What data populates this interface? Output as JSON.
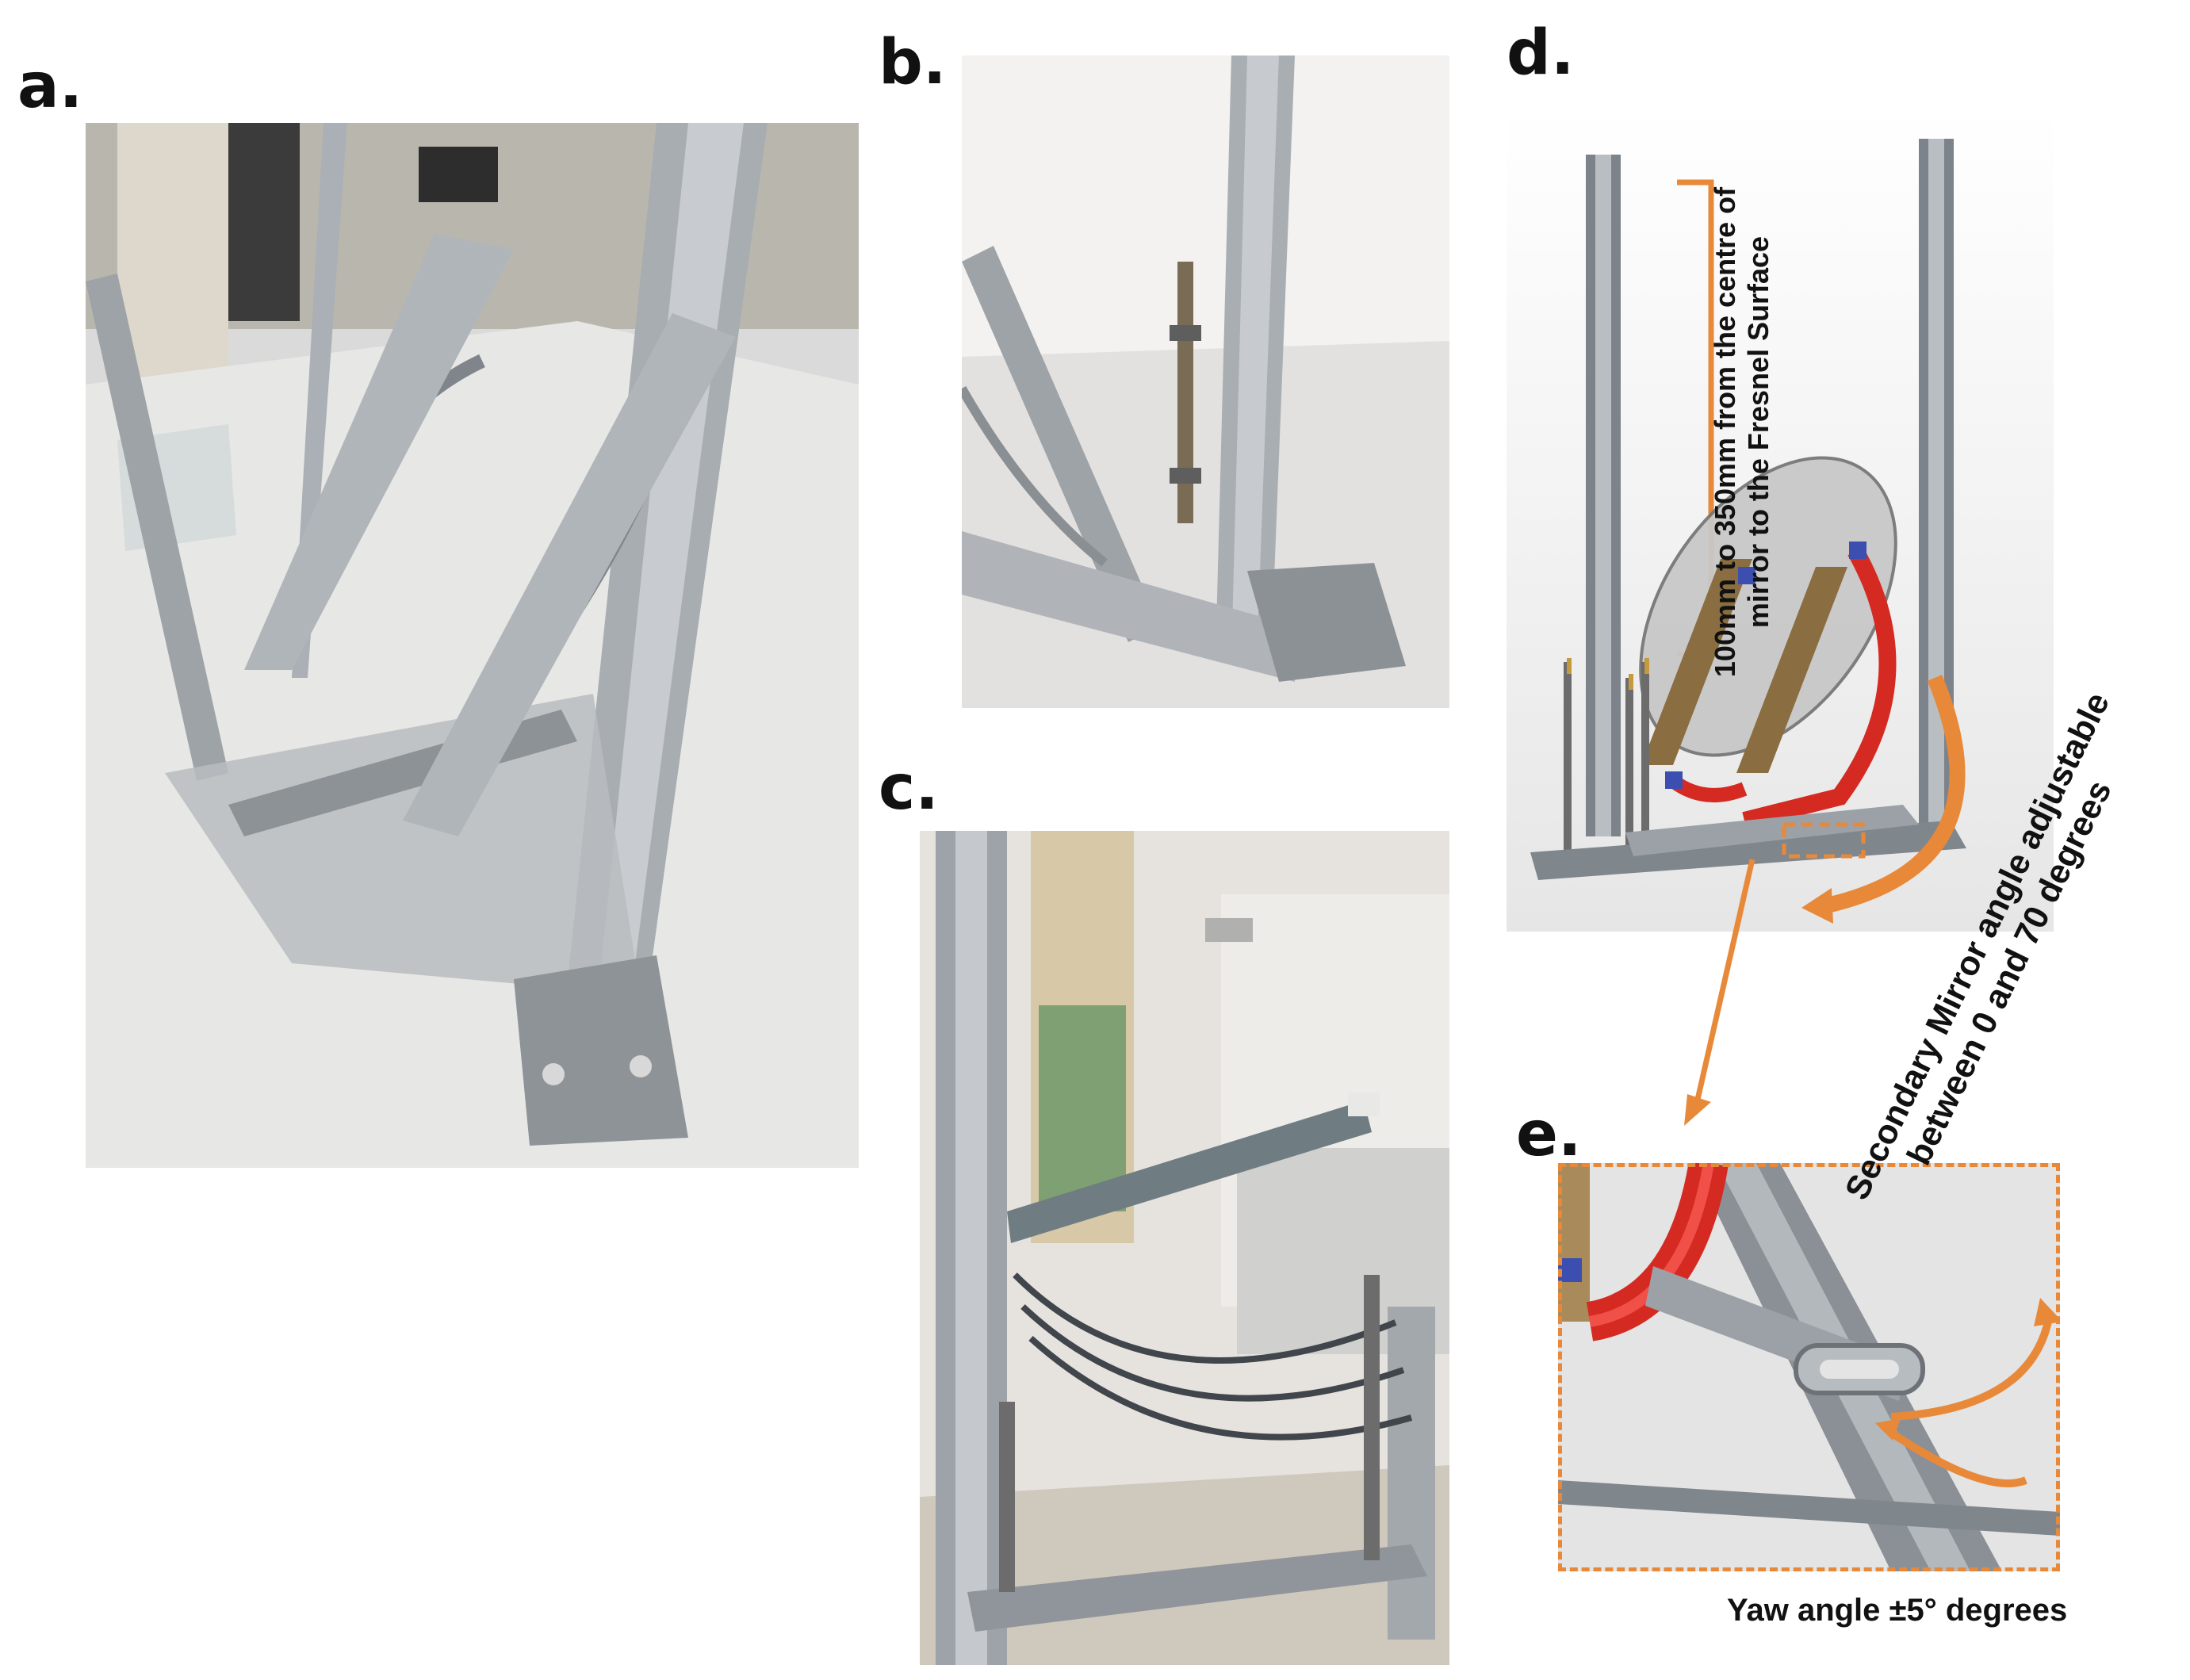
{
  "panels": {
    "a": {
      "label": "a."
    },
    "b": {
      "label": "b."
    },
    "c": {
      "label": "c."
    },
    "d": {
      "label": "d."
    },
    "e": {
      "label": "e."
    }
  },
  "annotations": {
    "distance_line1": "100mm to 350mm from the centre of",
    "distance_line2": "mirror to the Fresnel Surface",
    "angle_line1": "Secondary Mirror angle adjustable",
    "angle_line2": "between 0 and 70 degrees",
    "yaw": "Yaw angle ±5° degrees"
  },
  "colors": {
    "accent_orange": "#e8893a",
    "mirror_bracket_red": "#d42a22",
    "aluminium": "#9aa0a6",
    "cad_background": "#f2f2f2"
  }
}
